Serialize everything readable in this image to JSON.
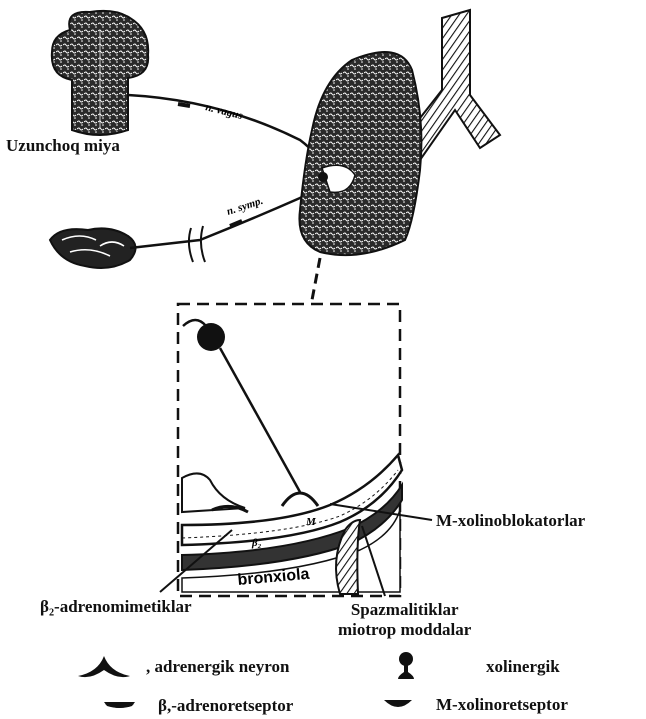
{
  "labels": {
    "medulla": "Uzunchoq miya",
    "vagus_nerve": "n. vagus",
    "sympathetic_nerve": "n. symp.",
    "m_blockers": "M-xolinoblokatorlar",
    "beta2_agonists": "β₂-adrenomimetiklar",
    "spasmolytics_line1": "Spazmalitiklar",
    "spasmolytics_line2": "miotrop moddalar",
    "bronchiole": "bronxiola",
    "inset_m": "M",
    "inset_beta": "β₂"
  },
  "legend": {
    "adrenergic_neuron": ", adrenergik neyron",
    "cholinergic": "xolinergik",
    "beta_receptor": "β,-adrenoretseptor",
    "m_receptor": "M-xolinoretseptor"
  },
  "colors": {
    "ink": "#111111",
    "paper": "#ffffff",
    "tissue_fill": "#3a3a3a"
  },
  "icons": [
    "brain-icon",
    "ganglion-icon",
    "trachea-icon",
    "lung-icon",
    "neuron-icon",
    "synapse-icon",
    "receptor-icon"
  ]
}
